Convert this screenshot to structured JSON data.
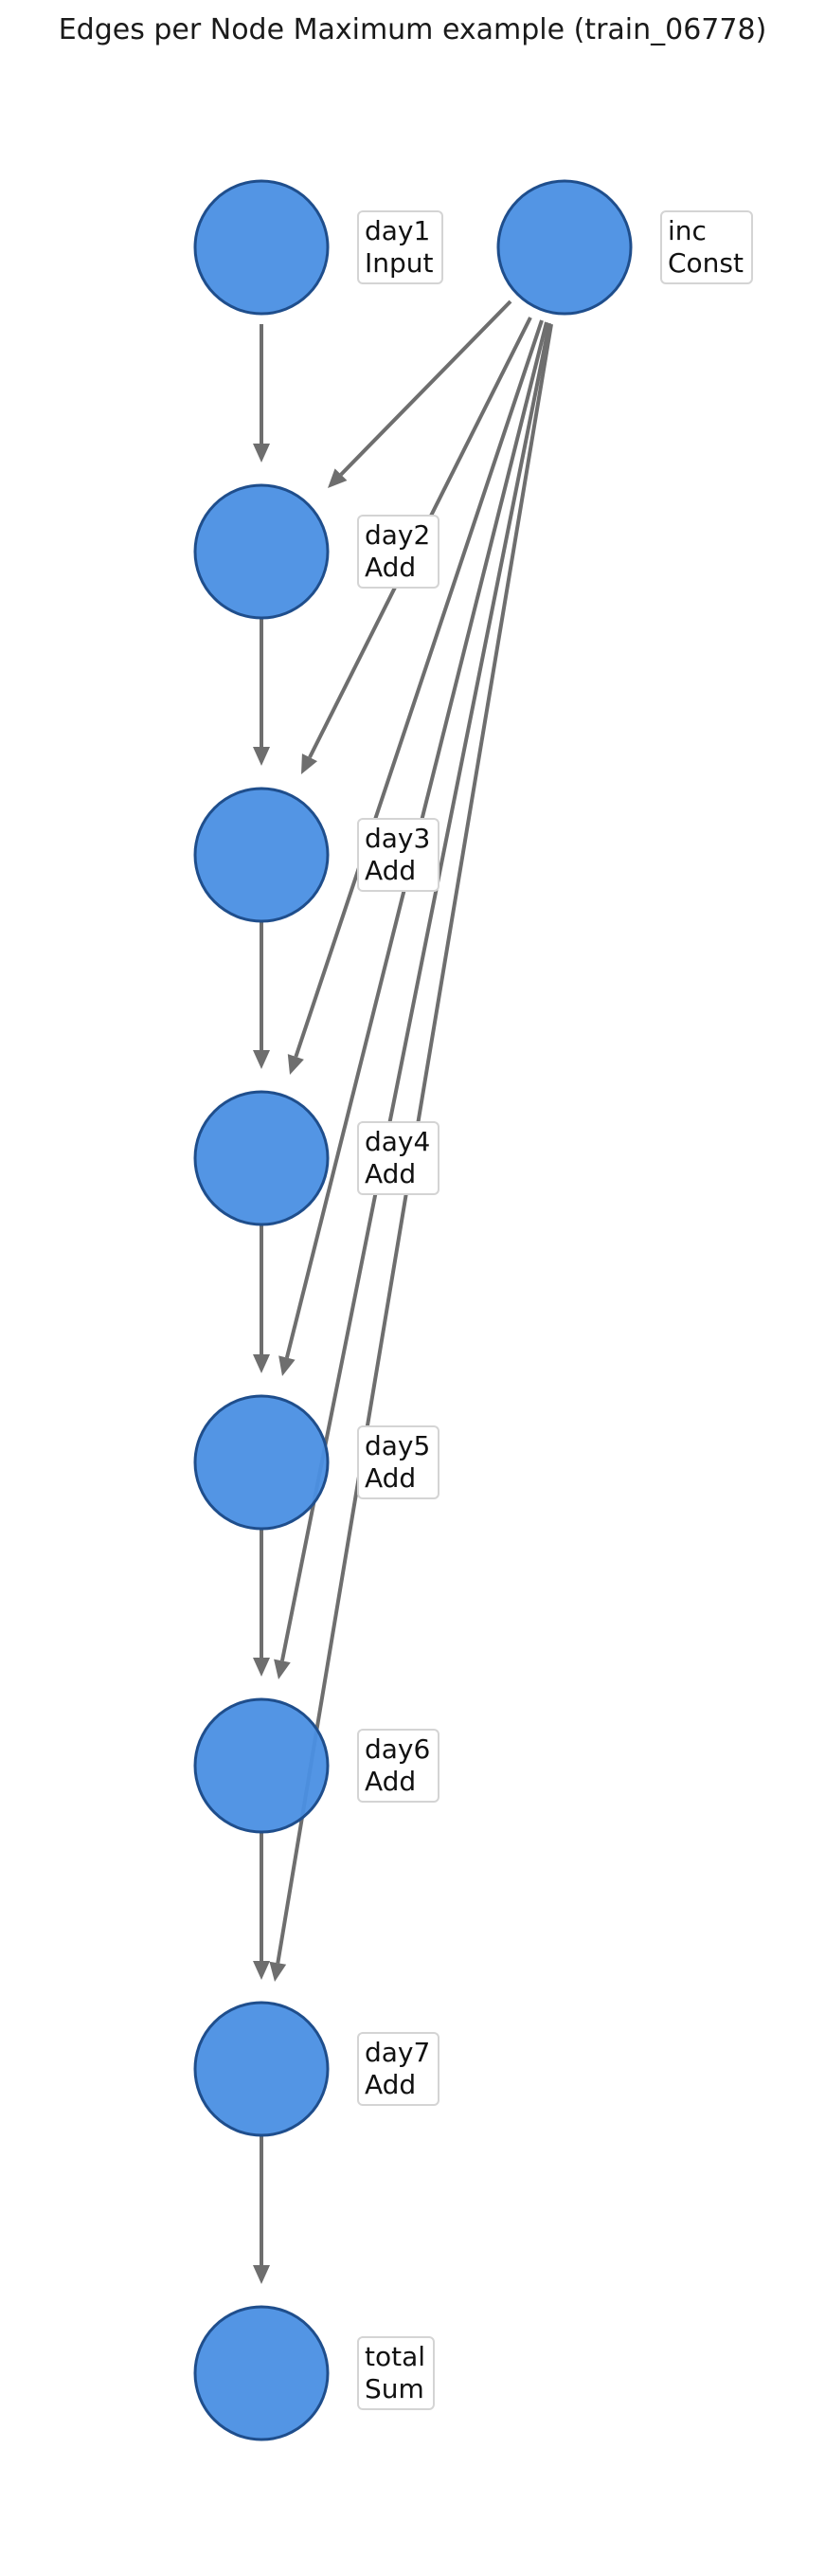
{
  "title": "Edges per Node Maximum example (train_06778)",
  "colors": {
    "node_fill": "#4a8fe3",
    "node_stroke": "#1f4e8c",
    "edge": "#6e6e6e"
  },
  "nodes": [
    {
      "id": "day1",
      "name": "day1",
      "type": "Input"
    },
    {
      "id": "inc",
      "name": "inc",
      "type": "Const"
    },
    {
      "id": "day2",
      "name": "day2",
      "type": "Add"
    },
    {
      "id": "day3",
      "name": "day3",
      "type": "Add"
    },
    {
      "id": "day4",
      "name": "day4",
      "type": "Add"
    },
    {
      "id": "day5",
      "name": "day5",
      "type": "Add"
    },
    {
      "id": "day6",
      "name": "day6",
      "type": "Add"
    },
    {
      "id": "day7",
      "name": "day7",
      "type": "Add"
    },
    {
      "id": "total",
      "name": "total",
      "type": "Sum"
    }
  ],
  "edges": [
    {
      "from": "day1",
      "to": "day2"
    },
    {
      "from": "day2",
      "to": "day3"
    },
    {
      "from": "day3",
      "to": "day4"
    },
    {
      "from": "day4",
      "to": "day5"
    },
    {
      "from": "day5",
      "to": "day6"
    },
    {
      "from": "day6",
      "to": "day7"
    },
    {
      "from": "day7",
      "to": "total"
    },
    {
      "from": "inc",
      "to": "day2"
    },
    {
      "from": "inc",
      "to": "day3"
    },
    {
      "from": "inc",
      "to": "day4"
    },
    {
      "from": "inc",
      "to": "day5"
    },
    {
      "from": "inc",
      "to": "day6"
    },
    {
      "from": "inc",
      "to": "day7"
    }
  ]
}
